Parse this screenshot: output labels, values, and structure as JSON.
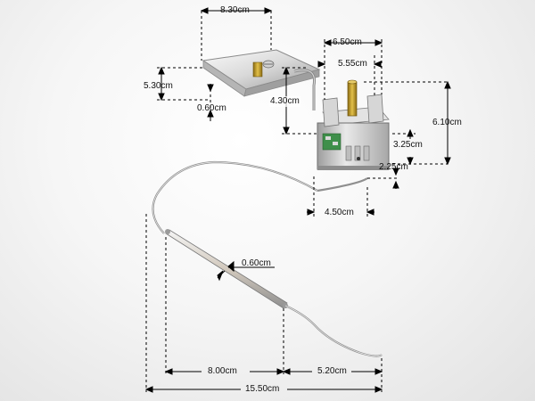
{
  "dimensions": {
    "mount_width": "8.30cm",
    "mount_height": "5.30cm",
    "mount_thickness": "0.60cm",
    "bracket_to_body": "4.30cm",
    "body_top_width": "6.50cm",
    "shaft_offset": "5.55cm",
    "total_height": "6.10cm",
    "terminal_height": "3.25cm",
    "base_height": "2.25cm",
    "body_width": "4.50cm",
    "probe_diameter": "0.60cm",
    "probe_length": "8.00cm",
    "probe_tail": "5.20cm",
    "overall_length": "15.50cm"
  },
  "colors": {
    "dimension_line": "#000000",
    "metal_light": "#e8e8e8",
    "metal_dark": "#8c8c8c",
    "brass": "#c9a227",
    "pcb_green": "#3f8f4a"
  }
}
